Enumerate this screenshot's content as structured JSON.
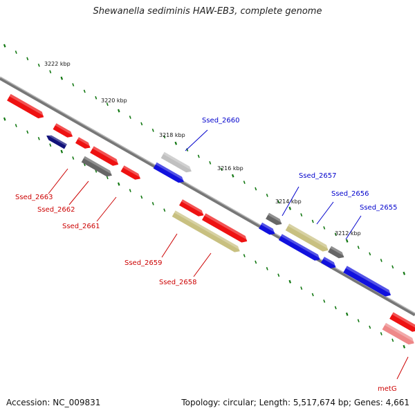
{
  "title": "Shewanella sediminis HAW-EB3, complete genome",
  "accession": "Accession: NC_009831",
  "summary": "Topology: circular; Length: 5,517,674 bp; Genes: 4,661",
  "colors": {
    "backbone": "#777777",
    "tick": "#117711",
    "red": "#ee1111",
    "pink": "#ee8888",
    "blue": "#1111dd",
    "navy": "#11117a",
    "gray": "#666666",
    "lightgray": "#c0c0c0",
    "khaki": "#c8c080",
    "label_red": "#cc0000",
    "label_blue": "#0000cc"
  },
  "ticks": [
    "3222 kbp",
    "3220 kbp",
    "3218 kbp",
    "3216 kbp",
    "3214 kbp",
    "3212 kbp"
  ],
  "genes": [
    {
      "name": "Ssed_2663",
      "color": "red"
    },
    {
      "name": "Ssed_2662",
      "color": "red"
    },
    {
      "name": "Ssed_2661",
      "color": "red"
    },
    {
      "name": "Ssed_2660",
      "color": "blue"
    },
    {
      "name": "Ssed_2659",
      "color": "red"
    },
    {
      "name": "Ssed_2658",
      "color": "red"
    },
    {
      "name": "Ssed_2657",
      "color": "blue"
    },
    {
      "name": "Ssed_2656",
      "color": "blue"
    },
    {
      "name": "Ssed_2655",
      "color": "blue"
    },
    {
      "name": "metG",
      "color": "red"
    }
  ]
}
